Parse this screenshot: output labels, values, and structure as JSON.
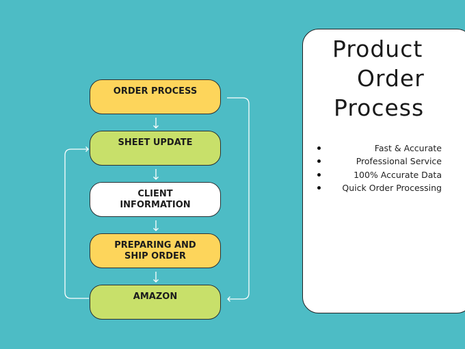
{
  "flow": {
    "steps": [
      {
        "label": "ORDER PROCESS",
        "color": "#fdd55b"
      },
      {
        "label": "SHEET UPDATE",
        "color": "#c8e06a"
      },
      {
        "label": "CLIENT\nINFORMATION",
        "color": "#ffffff"
      },
      {
        "label": "PREPARING AND\nSHIP ORDER",
        "color": "#fdd55b"
      },
      {
        "label": "AMAZON",
        "color": "#c8e06a"
      }
    ],
    "connector_color": "#ffffff"
  },
  "card": {
    "title_lines": [
      "Product",
      "Order",
      "Process"
    ],
    "bullets": [
      "Fast & Accurate",
      "Professional Service",
      "100% Accurate Data",
      "Quick Order Processing"
    ]
  },
  "colors": {
    "background": "#4dbcc5",
    "yellow": "#fdd55b",
    "green": "#c8e06a"
  }
}
